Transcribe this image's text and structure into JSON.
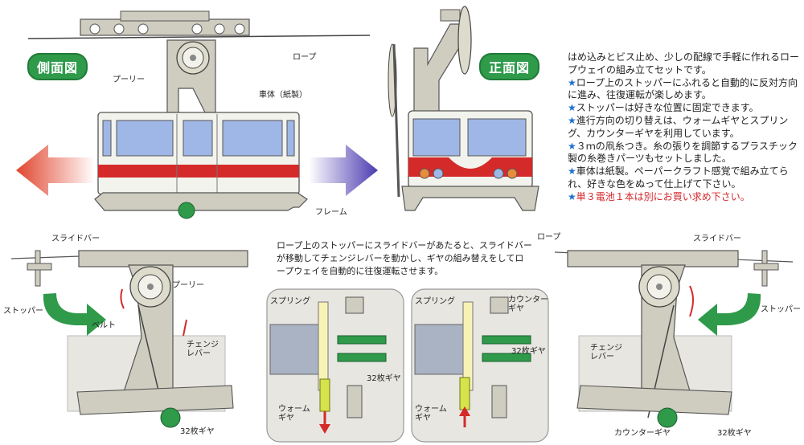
{
  "views": {
    "side_badge": "側面図",
    "front_badge": "正面図"
  },
  "labels": {
    "rope": "ロープ",
    "pulley": "プーリー",
    "body": "車体（紙製）",
    "frame": "フレーム",
    "slide_bar": "スライドバー",
    "stopper": "ストッパー",
    "belt": "ベルト",
    "change_lever": "チェンジ\nレバー",
    "gear32": "32枚ギヤ",
    "spring": "スプリング",
    "worm_gear": "ウォーム\nギヤ",
    "counter_gear": "カウンター\nギヤ",
    "counter_gear_inline": "カウンターギヤ"
  },
  "description": {
    "intro": "はめ込みとビス止め、少しの配線で手軽に作れるロープウェイの組み立てセットです。",
    "features": [
      "ロープ上のストッパーにふれると自動的に反対方向に進み、往復運転が楽しめます。",
      "ストッパーは好きな位置に固定できます。",
      "進行方向の切り替えは、ウォームギヤとスプリング、カウンターギヤを利用しています。",
      "３ｍの凧糸つき。糸の張りを調節するプラスチック製の糸巻きパーツもセットしました。",
      "車体は紙製。ペーパークラフト感覚で組み立てられ、好きな色をぬって仕上げて下さい。"
    ],
    "note": "単３電池１本は別にお買い求め下さい。",
    "bullet": "★"
  },
  "caption": "ロープ上のストッパーにスライドバーがあたると、スライドバーが移動してチェンジレバーを動かし、ギヤの組み替えをしてロープウェイを自動的に往復運転させます。",
  "colors": {
    "frame": "#cfcdbf",
    "frame_stroke": "#555555",
    "car_stripe": "#d42a2a",
    "window": "#9fb7e6",
    "gear_green": "#2e9a4a",
    "badge": "#2e9a4a",
    "star": "#1f6fd0",
    "note": "#d6262a",
    "panel": "#e7e6e1",
    "motor": "#aab3c3"
  }
}
